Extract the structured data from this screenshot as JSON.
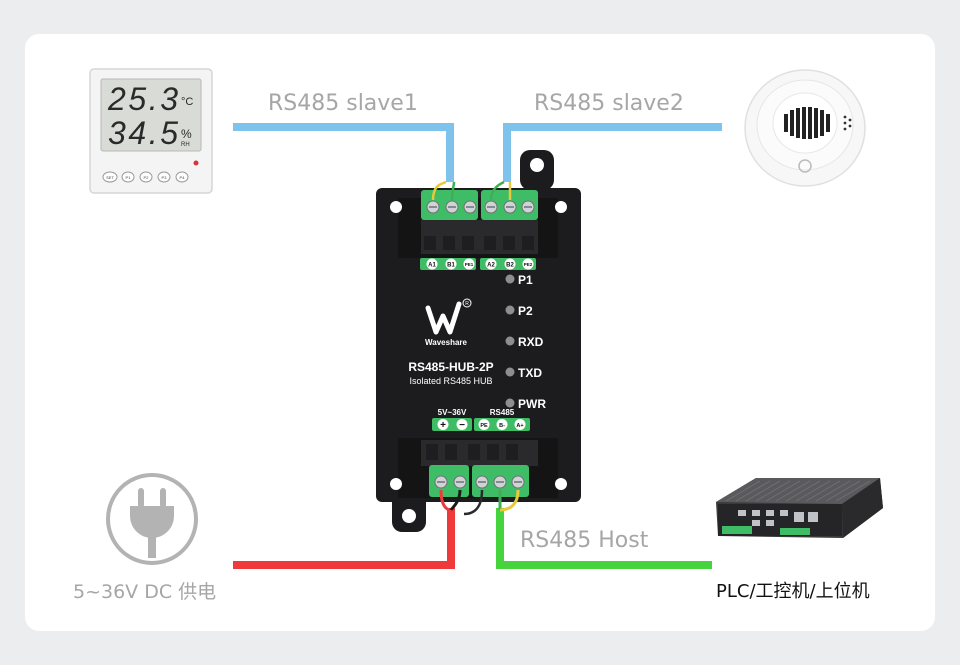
{
  "labels": {
    "slave1": "RS485 slave1",
    "slave2": "RS485 slave2",
    "host": "RS485 Host",
    "power": "5~36V DC 供电",
    "plc": "PLC/工控机/上位机"
  },
  "device": {
    "brand": "Waveshare",
    "model": "RS485-HUB-2P",
    "subtitle": "Isolated RS485 HUB",
    "leds": [
      "P1",
      "P2",
      "RXD",
      "TXD",
      "PWR"
    ],
    "top_pins": [
      "A1",
      "B1",
      "PE1",
      "A2",
      "B2",
      "PE2"
    ],
    "power_label": "5V~36V",
    "rs485_label": "RS485",
    "bottom_pins": [
      "+",
      "−",
      "PE",
      "B-",
      "A+"
    ]
  },
  "sensor": {
    "temp": "25.3",
    "temp_unit": "°C",
    "humidity": "34.5",
    "humidity_unit": "%",
    "rh": "RH",
    "buttons": [
      "SET",
      "P1",
      "P2",
      "P3",
      "P4"
    ]
  },
  "colors": {
    "rs485_line": "#7ec3ec",
    "power_line": "#f0393a",
    "host_line": "#45d43e",
    "terminal": "#3fbd66",
    "device_body": "#1c1c1e"
  }
}
